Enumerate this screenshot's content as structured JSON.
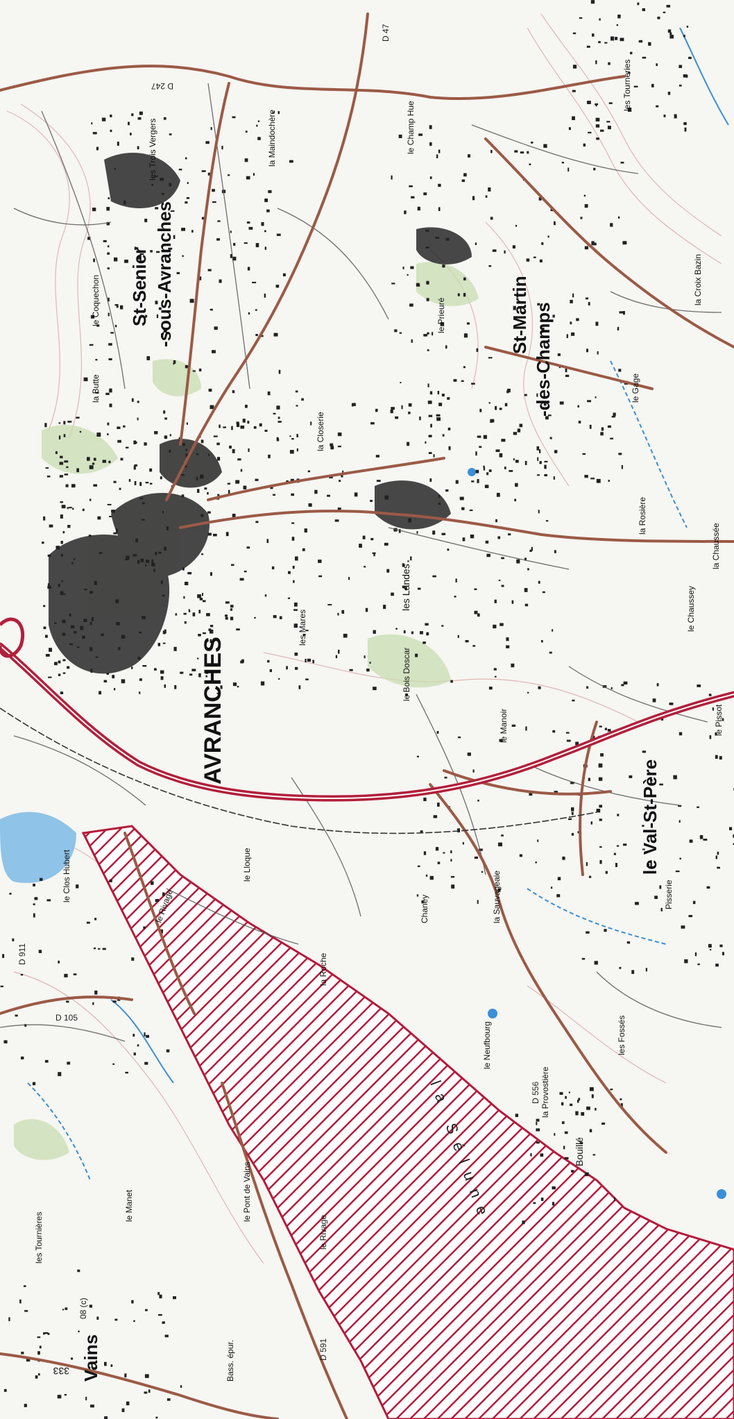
{
  "map": {
    "colors": {
      "paper": "#f6f6f2",
      "contour": "#d8a8a8",
      "road_major": "#9b5a46",
      "road_highway": "#b2203c",
      "water": "#8fc3e8",
      "water_line": "#3a8fd6",
      "zone_hatch": "#b51a3a",
      "built": "#1b1b1b",
      "vegetation": "#c8dcb0"
    },
    "labels": {
      "town_avranches": "AVRANCHES",
      "town_st_senier": "St-Senier",
      "town_sous_avranches": "-sous-Avranches",
      "town_st_martin": "St-Martin",
      "town_des_champs": "-des-Champs",
      "town_le_val_st_pere": "le Val-St-Père",
      "river_la_selune": "la Sélune",
      "place_les_trois_vergers": "les Trois Vergers",
      "place_la_maindochere": "la Maindochère",
      "place_le_champ_hue": "le Champ Hue",
      "place_le_prieure": "le Prieuré",
      "place_les_tourneries": "les Tourneries",
      "place_le_coquechon": "le Coquechon",
      "place_la_butte": "la Butte",
      "place_les_landes": "les Landes",
      "place_les_mares": "les Mares",
      "place_le_bois_doscar": "le Bois Doscar",
      "place_le_manoir": "le Manoir",
      "place_la_closerie": "la Closerie",
      "place_le_clos_hubert": "le Clos Hubert",
      "place_le_rivage_1": "le Rivage",
      "place_la_roche": "la Roche",
      "place_le_neufbourg": "le Neufbourg",
      "place_la_provostiere": "la Provostière",
      "place_le_pont_de_vains": "le Pont de Vains",
      "place_le_rivage_2": "le Rivage",
      "place_vains": "Vains",
      "place_les_tournieres": "les Tournières",
      "place_le_manet": "le Manet",
      "place_bouille": "Bouillé",
      "place_la_croix_bazin": "la Croix Bazin",
      "place_le_gage": "le Gage",
      "place_le_chaussey": "le Chaussey",
      "place_le_pissot": "le Pissot",
      "place_la_sauvageaie": "la Sauvageaie",
      "place_chaney": "Chaney",
      "place_le_lloque": "le Lloque",
      "place_les_fosses": "les Fossés",
      "place_la_rosiere": "la Rosière",
      "place_la_chaussee": "la Chaussée",
      "place_pisserie": "Pisserie",
      "road_d247": "D 247",
      "road_d105": "D 105",
      "road_d911": "D 911",
      "road_d556": "D 556",
      "road_d591": "D 591",
      "road_d47": "D 47",
      "station_bass_epur": "Bass. épur.",
      "height_08": "08 (c)",
      "height_333": "333"
    }
  }
}
